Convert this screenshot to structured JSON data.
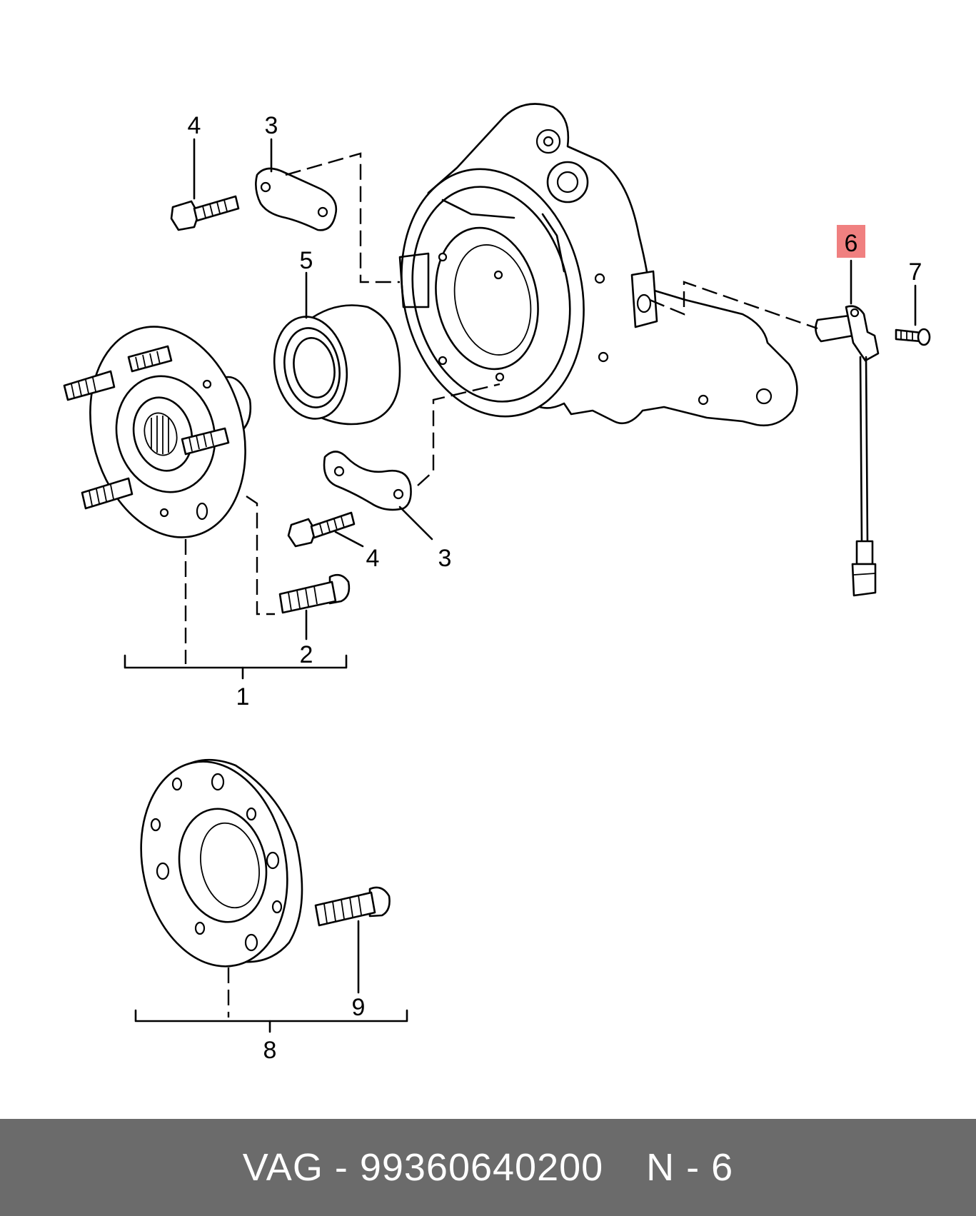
{
  "callouts": {
    "c1": "1",
    "c2": "2",
    "c3a": "3",
    "c3b": "3",
    "c4a": "4",
    "c4b": "4",
    "c5": "5",
    "c6": "6",
    "c7": "7",
    "c8": "8",
    "c9": "9"
  },
  "highlight_color": "#f08080",
  "footer": {
    "part_ref": "VAG - 99360640200",
    "position_ref": "N - 6"
  }
}
